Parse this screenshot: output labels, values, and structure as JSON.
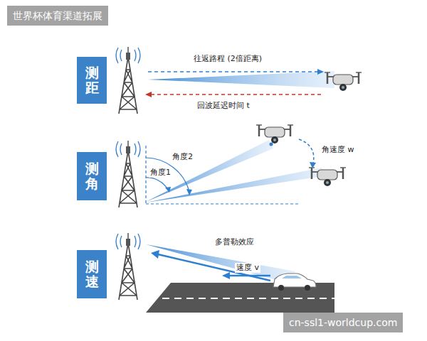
{
  "diagram": {
    "nodes": [
      {
        "text": [
          "测距"
        ]
      },
      {
        "text": [
          "测角"
        ]
      },
      {
        "text": [
          "测速"
        ]
      }
    ],
    "labels": [
      "世界杯体育渠道拓展",
      "往返路程 (2倍距离)",
      "回波延迟时间 t",
      "角度2",
      "角度1",
      "角速度 w",
      "多普勒效应",
      "速度 v",
      "cn-ssl1-worldcup.com"
    ]
  }
}
